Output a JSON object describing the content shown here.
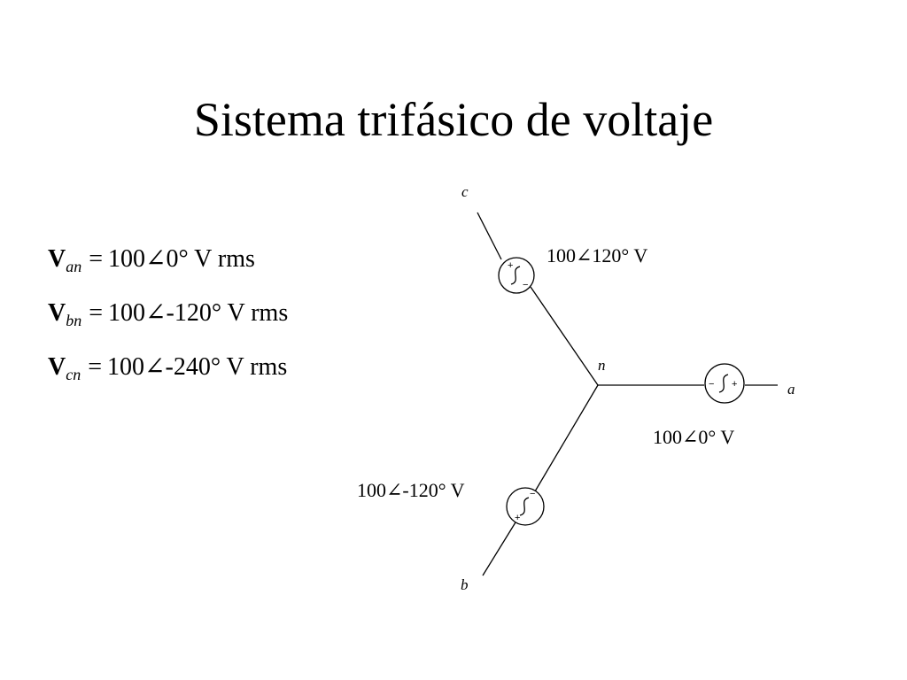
{
  "title": "Sistema trifásico de voltaje",
  "equations": [
    {
      "symbol": "V",
      "subscript": "an",
      "equals": "=",
      "value": "100∠0° V rms"
    },
    {
      "symbol": "V",
      "subscript": "bn",
      "equals": "=",
      "value": "100∠-120° V rms"
    },
    {
      "symbol": "V",
      "subscript": "cn",
      "equals": "=",
      "value": "100∠-240° V rms"
    }
  ],
  "diagram": {
    "nodes": {
      "neutral": "n",
      "a": "a",
      "b": "b",
      "c": "c"
    },
    "sources": {
      "a": {
        "label": "100∠0° V",
        "plus": "+",
        "minus": "−"
      },
      "b": {
        "label": "100∠-120° V",
        "plus": "+",
        "minus": "−"
      },
      "c": {
        "label": "100∠120° V",
        "plus": "+",
        "minus": "−"
      }
    }
  }
}
